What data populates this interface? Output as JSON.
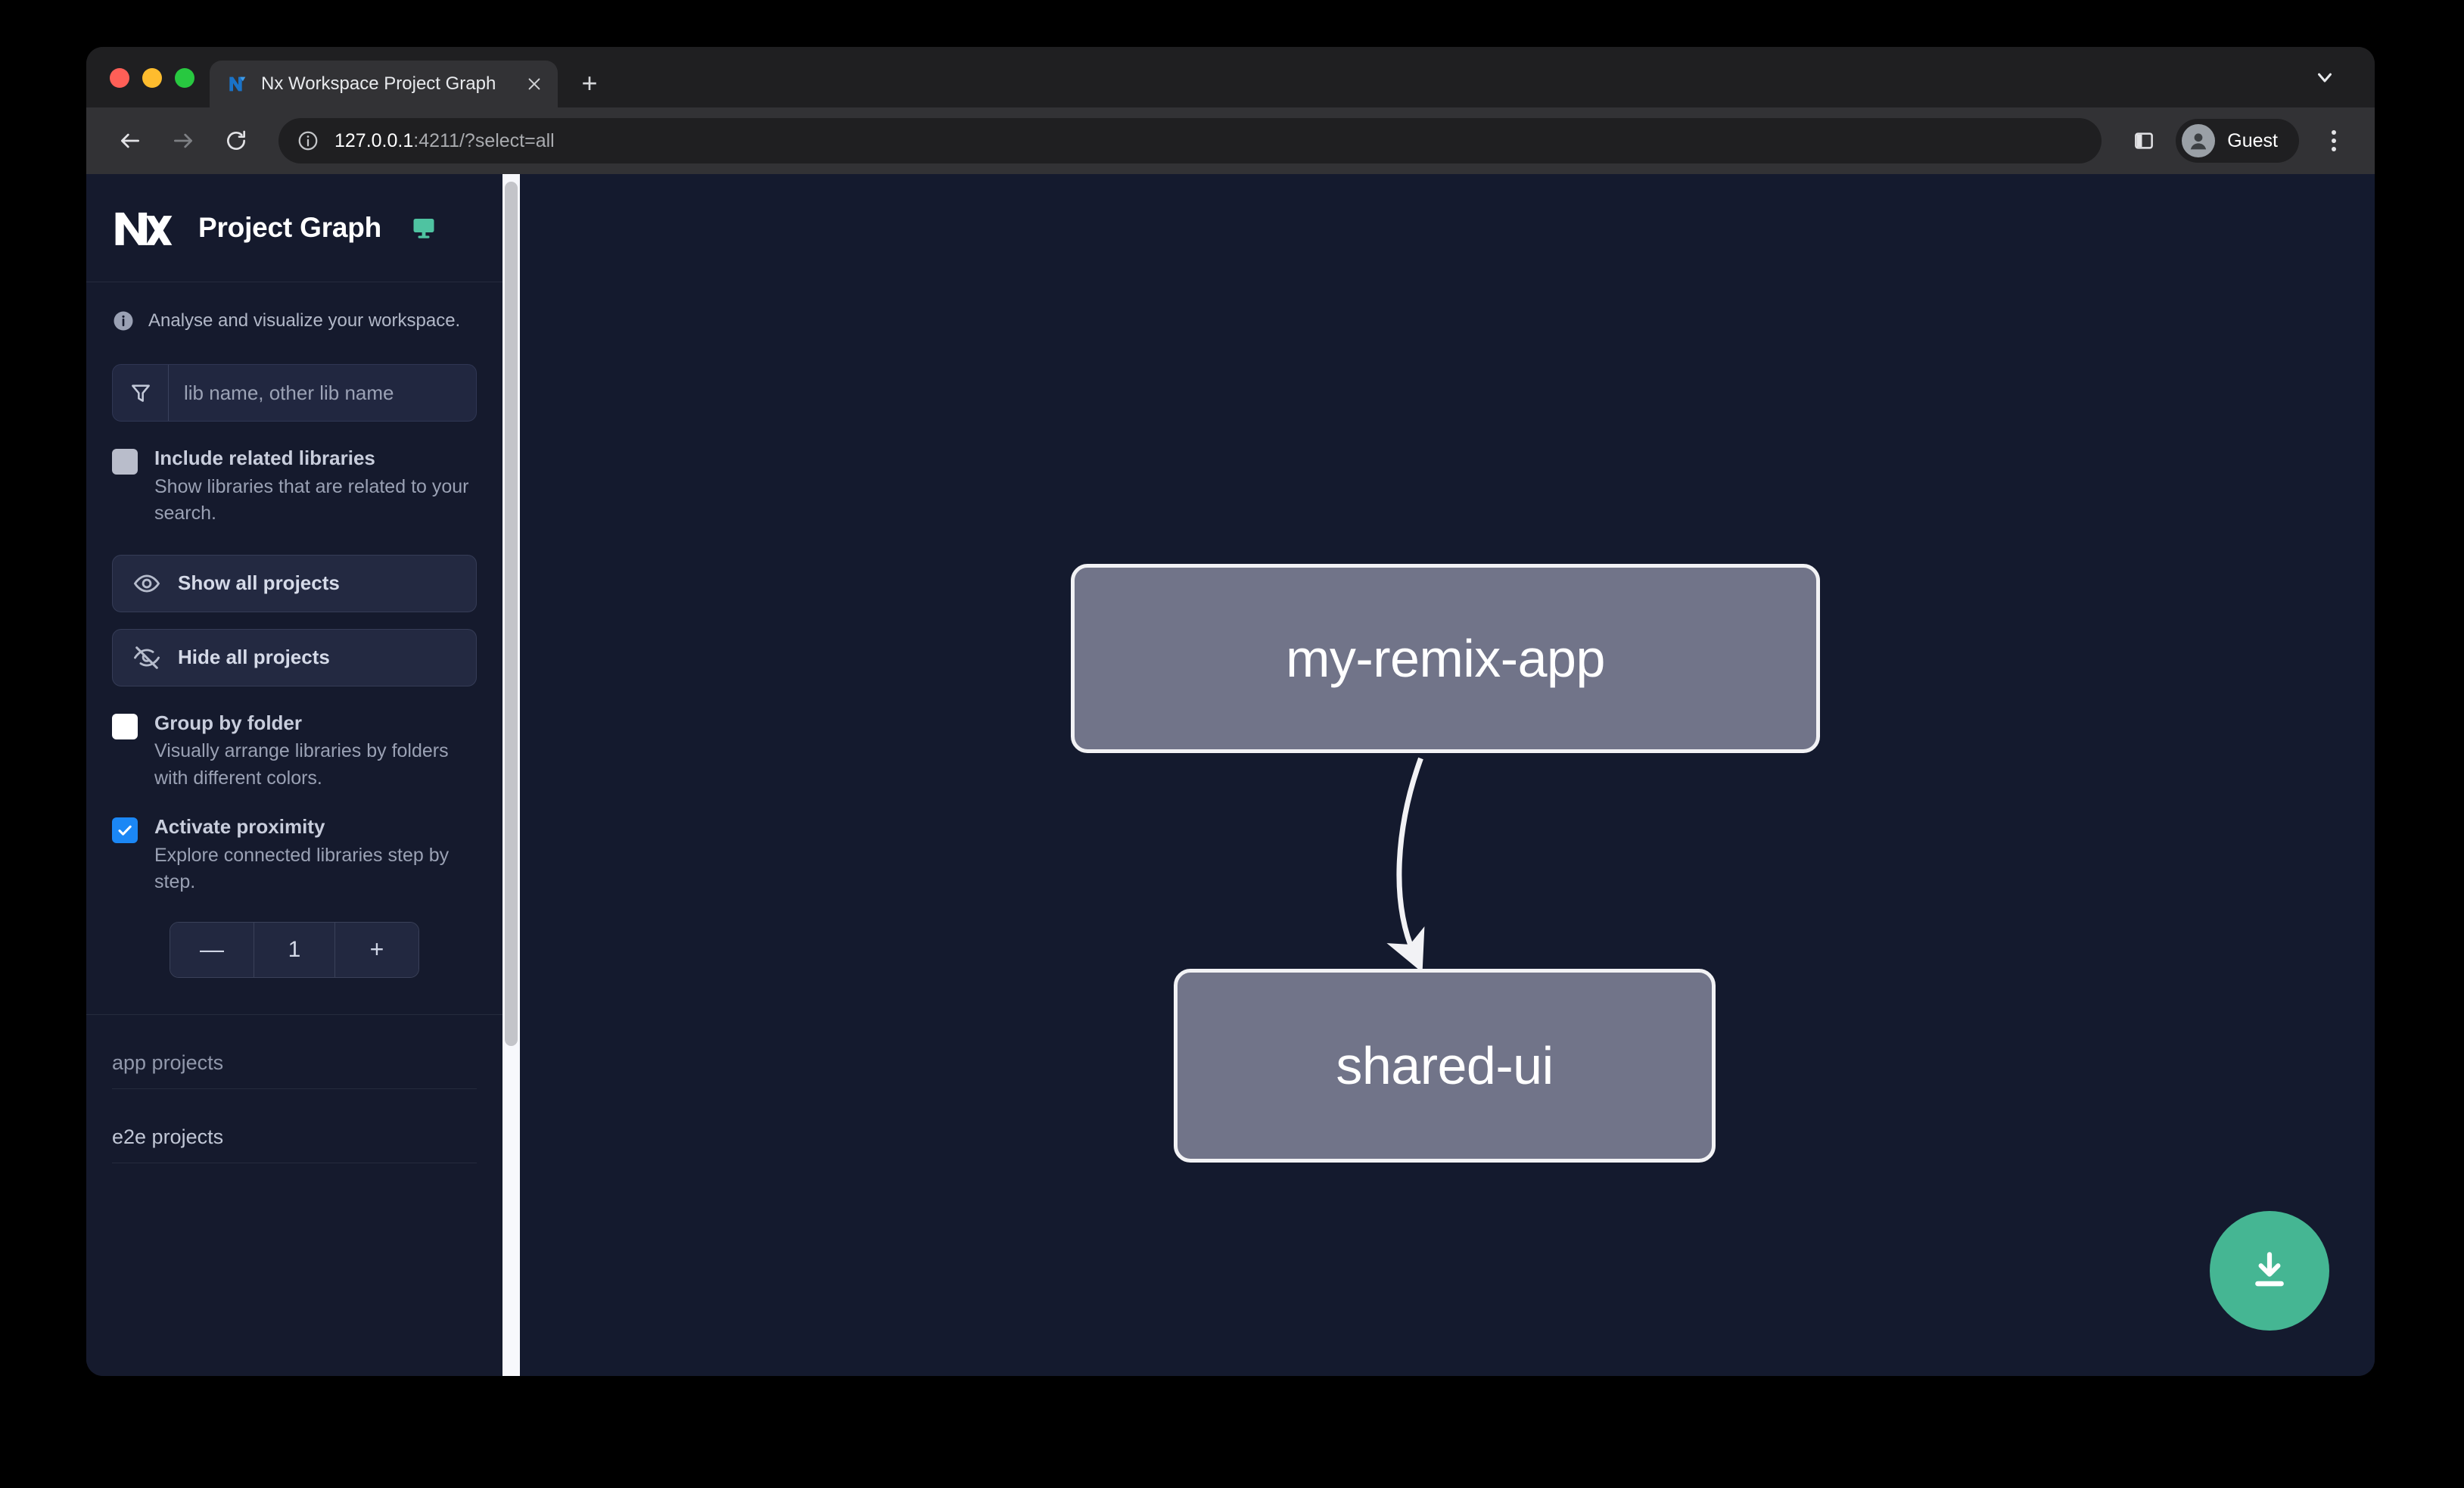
{
  "browser": {
    "tab": {
      "title": "Nx Workspace Project Graph",
      "favicon_icon": "nx-favicon-icon",
      "close_icon": "close-icon"
    },
    "new_tab_label": "+",
    "tab_list_icon": "chevron-down-icon",
    "nav": {
      "back_icon": "arrow-left-icon",
      "forward_icon": "arrow-right-icon",
      "reload_icon": "reload-icon"
    },
    "omnibox": {
      "info_icon": "info-circle-icon",
      "host": "127.0.0.1",
      "path": ":4211/?select=all",
      "full_url": "127.0.0.1:4211/?select=all"
    },
    "side_panel_icon": "side-panel-icon",
    "profile": {
      "name": "Guest",
      "avatar_icon": "person-avatar-icon"
    },
    "menu_icon": "kebab-menu-icon"
  },
  "sidebar": {
    "brand": {
      "logo_icon": "nx-logo-icon",
      "title": "Project Graph",
      "monitor_icon": "monitor-icon"
    },
    "hint": {
      "icon": "info-icon",
      "text": "Analyse and visualize your workspace."
    },
    "filter": {
      "icon": "funnel-filter-icon",
      "value": "",
      "placeholder": "lib name, other lib name"
    },
    "options": [
      {
        "id": "include-related-libraries",
        "title": "Include related libraries",
        "description": "Show libraries that are related to your search.",
        "state": "indeterminate"
      },
      {
        "id": "group-by-folder",
        "title": "Group by folder",
        "description": "Visually arrange libraries by folders with different colors.",
        "state": "unchecked"
      },
      {
        "id": "activate-proximity",
        "title": "Activate proximity",
        "description": "Explore connected libraries step by step.",
        "state": "checked"
      }
    ],
    "buttons": [
      {
        "id": "show-all-projects",
        "label": "Show all projects",
        "icon": "eye-icon"
      },
      {
        "id": "hide-all-projects",
        "label": "Hide all projects",
        "icon": "eye-slash-icon"
      }
    ],
    "stepper": {
      "decrement_label": "—",
      "value": "1",
      "increment_label": "+"
    },
    "groups": [
      {
        "id": "app-projects",
        "label": "app projects"
      },
      {
        "id": "e2e-projects",
        "label": "e2e projects"
      }
    ]
  },
  "graph": {
    "nodes": [
      {
        "id": "my-remix-app",
        "label": "my-remix-app"
      },
      {
        "id": "shared-ui",
        "label": "shared-ui"
      }
    ],
    "edges": [
      {
        "from": "my-remix-app",
        "to": "shared-ui"
      }
    ],
    "download_button": {
      "icon": "download-icon",
      "color": "#45b693"
    },
    "node_fill": "#717489",
    "node_border": "#f2f2f5",
    "background": "#141a2e"
  }
}
